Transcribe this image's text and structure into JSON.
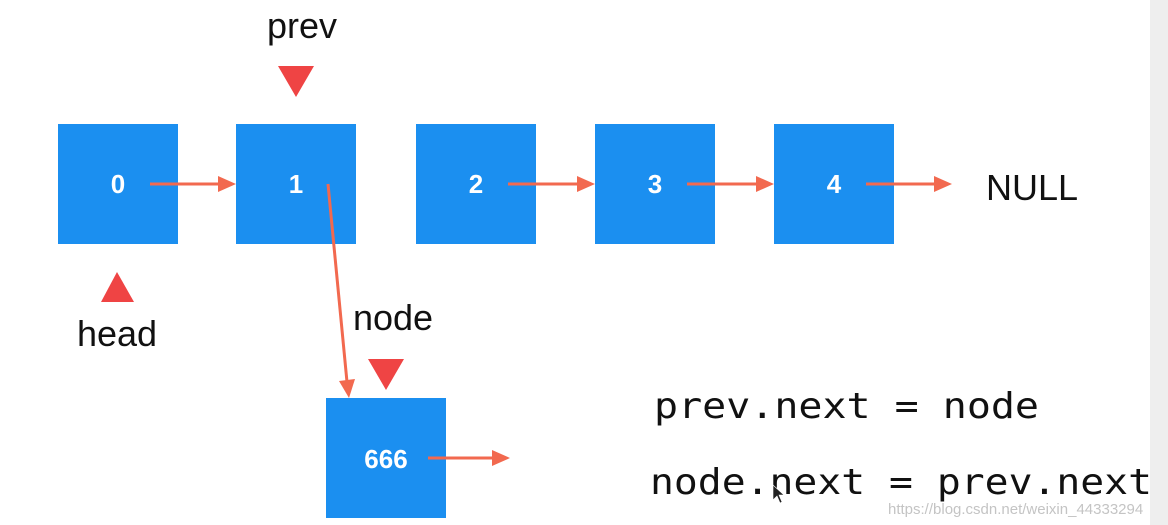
{
  "nodes": [
    {
      "id": "n0",
      "value": "0"
    },
    {
      "id": "n1",
      "value": "1"
    },
    {
      "id": "n2",
      "value": "2"
    },
    {
      "id": "n3",
      "value": "3"
    },
    {
      "id": "n4",
      "value": "4"
    },
    {
      "id": "n666",
      "value": "666"
    }
  ],
  "labels": {
    "null": "NULL",
    "prev": "prev",
    "head": "head",
    "node": "node"
  },
  "code": {
    "line1": "prev.next = node",
    "line2": "node.next = prev.next"
  },
  "watermark": "https://blog.csdn.net/weixin_44333294",
  "colors": {
    "node_fill": "#1b8ff0",
    "arrow": "#f2694f",
    "pointer": "#ef4444",
    "text": "#111111"
  },
  "icons": {
    "pointer_down": "triangle-down",
    "pointer_up": "triangle-up",
    "arrow": "arrow-right"
  }
}
